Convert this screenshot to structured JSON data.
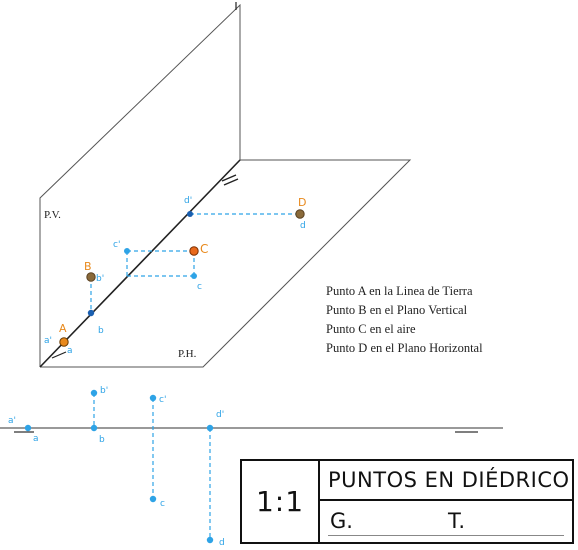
{
  "diagram": {
    "plane_labels": {
      "vertical": "P.V.",
      "horizontal": "P.H."
    },
    "colors": {
      "outline": "#555555",
      "projection": "#2ea3e6",
      "space_point": "#e8891c",
      "ink": "#222222"
    },
    "points": [
      {
        "name": "A",
        "upper": "a'",
        "lower": "a"
      },
      {
        "name": "B",
        "upper": "b'",
        "lower": "b"
      },
      {
        "name": "C",
        "upper": "c'",
        "lower": "c"
      },
      {
        "name": "D",
        "upper": "d'",
        "lower": "d"
      }
    ],
    "diedric": [
      {
        "upper": "a'",
        "lower": "a"
      },
      {
        "upper": "b'",
        "lower": "b"
      },
      {
        "upper": "c'",
        "lower": "c"
      },
      {
        "upper": "d'",
        "lower": "d"
      }
    ]
  },
  "legend": [
    "Punto A en la Linea de Tierra",
    "Punto B en el Plano Vertical",
    "Punto C en el aire",
    "Punto D en el Plano Horizontal"
  ],
  "title_block": {
    "scale": "1:1",
    "title": "PUNTOS EN DIÉDRICO",
    "name_initial": "G.",
    "surname_initial": "T."
  }
}
